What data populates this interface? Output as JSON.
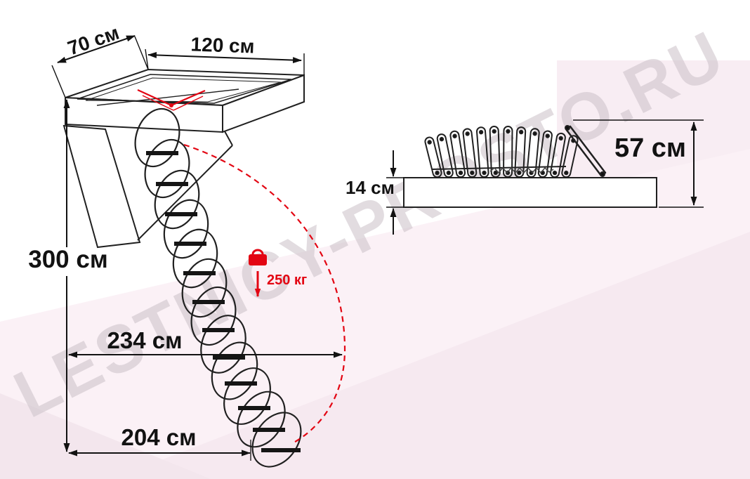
{
  "watermark": "LESTNICY-PROSTO.RU",
  "colors": {
    "line": "#1a1a1a",
    "accent_red": "#e30613",
    "background_pink": "#f8edf3",
    "watermark_gray": "#cfc5cc"
  },
  "icons": {
    "load": "weight-icon"
  },
  "open_view": {
    "box_width_label": "70 см",
    "box_length_label": "120 см",
    "floor_height_label": "300 см",
    "swing_radius_label": "234 см",
    "footprint_label": "204 см",
    "max_load_label": "250 кг"
  },
  "closed_view": {
    "box_height_label": "14 см",
    "folded_stack_height_label": "57 см"
  }
}
